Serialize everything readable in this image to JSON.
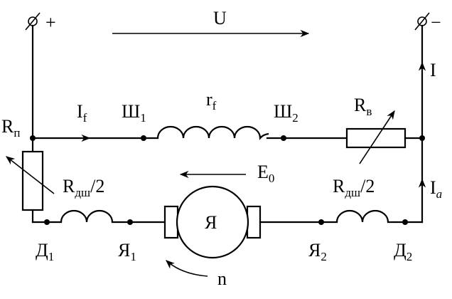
{
  "terminals": {
    "plus": "+",
    "minus": "−"
  },
  "labels": {
    "voltage": "U",
    "current": "I",
    "field_current": "I",
    "field_current_sub": "f",
    "field_resistance": "r",
    "field_resistance_sub": "f",
    "shunt_res_start": "R",
    "shunt_res_start_sub": "п",
    "shunt_terminal_1": "Ш",
    "shunt_terminal_1_sub": "1",
    "shunt_terminal_2": "Ш",
    "shunt_terminal_2_sub": "2",
    "regulating_res": "R",
    "regulating_res_sub": "в",
    "emf": "E",
    "emf_sub": "0",
    "series_res_left": "R",
    "series_res_left_sub": "дш",
    "series_res_left_div": "/2",
    "series_res_right": "R",
    "series_res_right_sub": "дш",
    "series_res_right_div": "/2",
    "armature_current": "I",
    "armature_current_sub": "a",
    "armature": "Я",
    "series_terminal_1": "Д",
    "series_terminal_1_sub": "1",
    "armature_terminal_1": "Я",
    "armature_terminal_1_sub": "1",
    "armature_terminal_2": "Я",
    "armature_terminal_2_sub": "2",
    "series_terminal_2": "Д",
    "series_terminal_2_sub": "2",
    "rotation_speed": "n"
  }
}
